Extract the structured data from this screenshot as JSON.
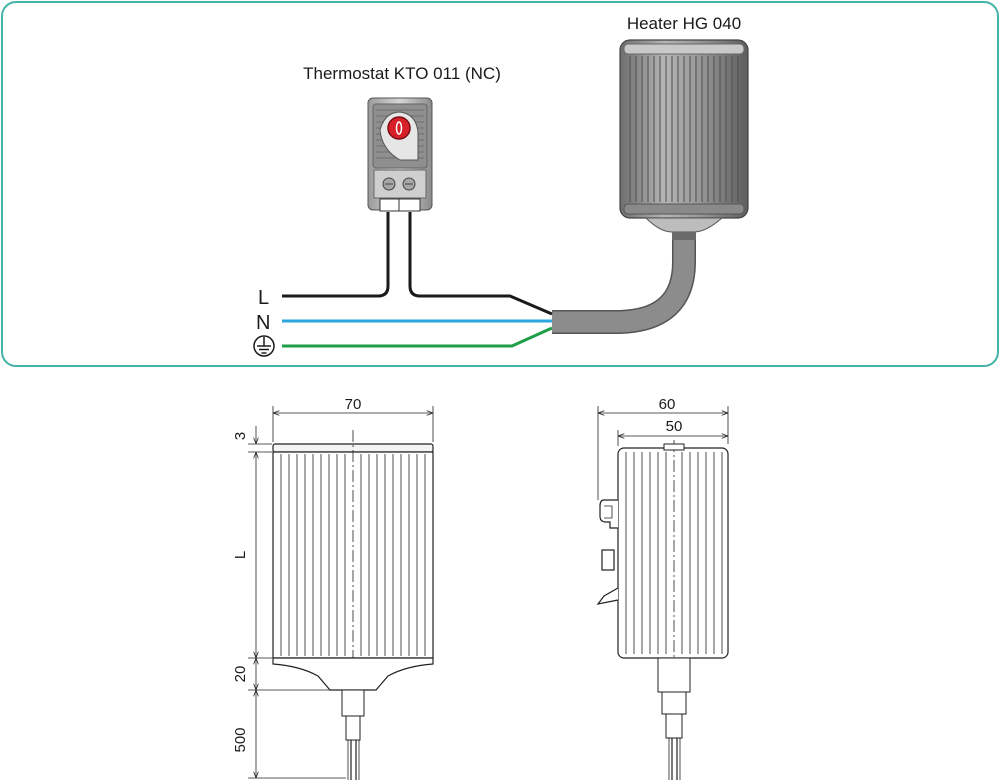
{
  "wiring": {
    "thermostat_label": "Thermostat KTO 011 (NC)",
    "heater_label": "Heater HG 040",
    "line_labels": {
      "L": "L",
      "N": "N"
    },
    "ground_symbol": "protective-earth",
    "colors": {
      "border": "#45b3a8",
      "wire_L": "#1a1a1a",
      "wire_N": "#2aa7df",
      "wire_PE": "#1f9e48",
      "cable": "#808080",
      "dial": "#d8202a"
    }
  },
  "drawing": {
    "front": {
      "width": "70",
      "top": "3",
      "body": "L",
      "bottom": "20",
      "cable": "500"
    },
    "side": {
      "outer_width": "60",
      "inner_width": "50"
    }
  }
}
